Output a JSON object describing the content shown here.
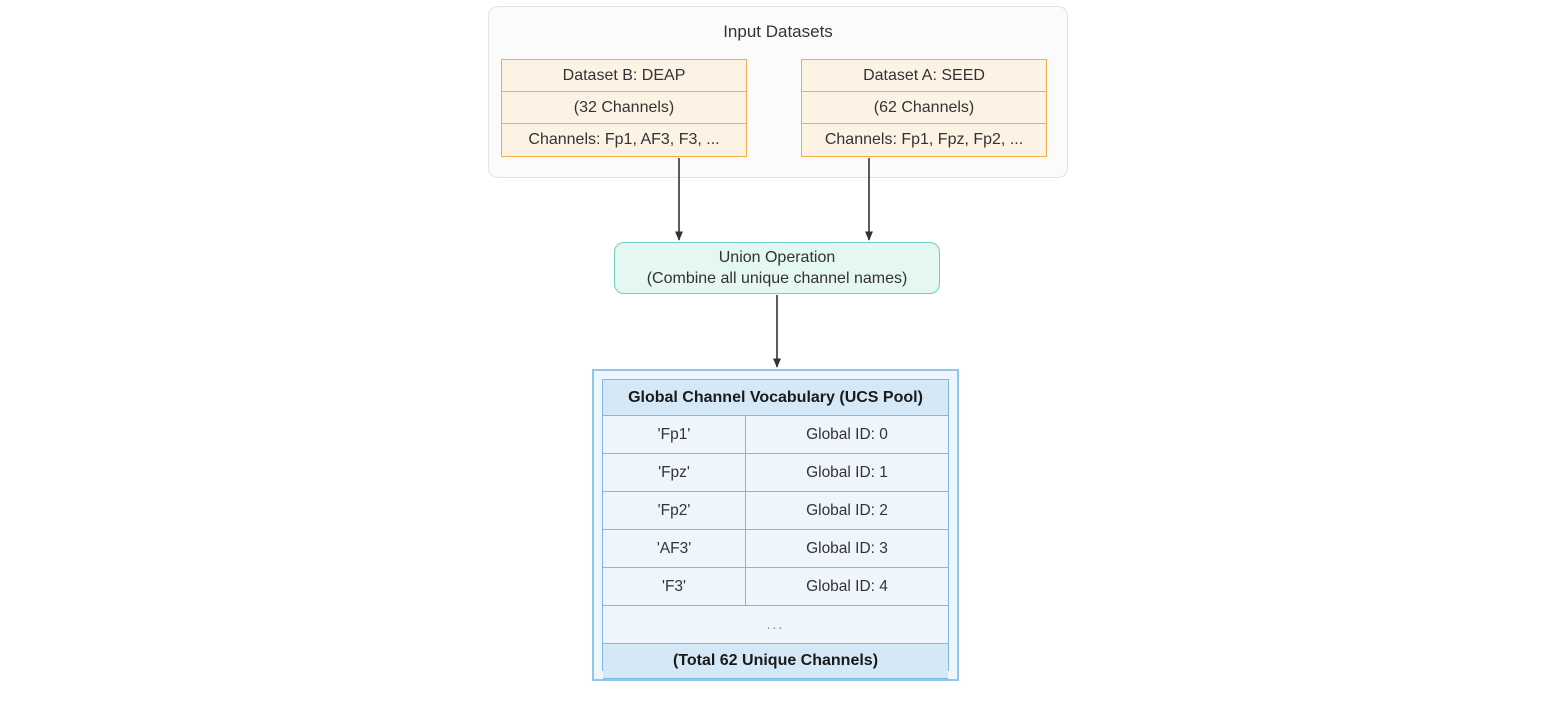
{
  "diagram": {
    "group": {
      "title": "Input Datasets"
    },
    "datasets": [
      {
        "name": "Dataset B: DEAP",
        "count": "(32 Channels)",
        "channels": "Channels: Fp1, AF3, F3, ..."
      },
      {
        "name": "Dataset A: SEED",
        "count": "(62 Channels)",
        "channels": "Channels: Fp1, Fpz, Fp2, ..."
      }
    ],
    "union": {
      "line1": "Union Operation",
      "line2": "(Combine all unique channel names)"
    },
    "vocabulary": {
      "header": "Global Channel Vocabulary (UCS Pool)",
      "rows": [
        {
          "channel": "'Fp1'",
          "id": "Global ID: 0"
        },
        {
          "channel": "'Fpz'",
          "id": "Global ID: 1"
        },
        {
          "channel": "'Fp2'",
          "id": "Global ID: 2"
        },
        {
          "channel": "'AF3'",
          "id": "Global ID: 3"
        },
        {
          "channel": "'F3'",
          "id": "Global ID: 4"
        }
      ],
      "ellipsis": "...",
      "footer": "(Total 62 Unique Channels)"
    },
    "colors": {
      "dataset_border": "#f5ac44",
      "dataset_fill": "#fdf3e4",
      "union_border": "#6fcfc0",
      "union_fill": "#e4f7f1",
      "vocab_border": "#8ec7ea",
      "vocab_header_fill": "#d5e8f7",
      "vocab_row_fill": "#eef5fc",
      "arrow": "#333333",
      "group_border": "#e2e2e2"
    }
  }
}
